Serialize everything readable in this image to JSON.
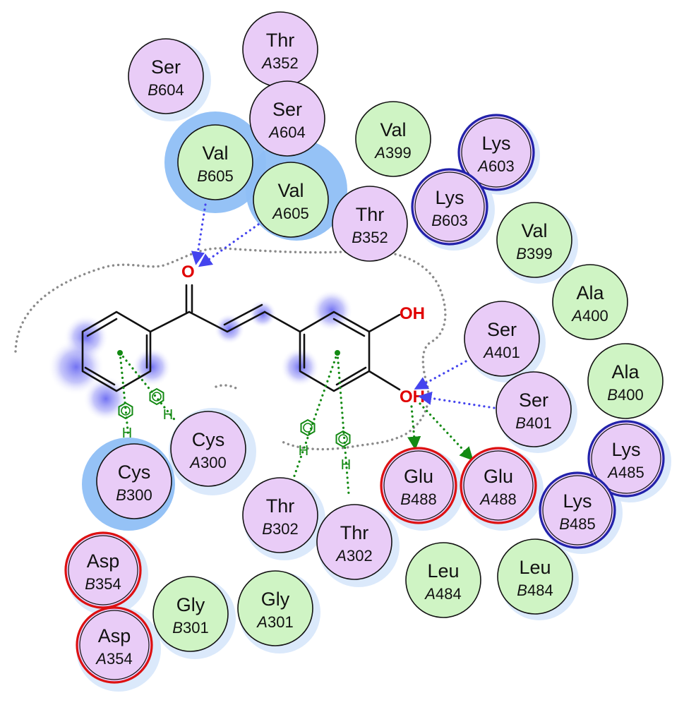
{
  "colors": {
    "polar_fill": "#e9ccf7",
    "hydrophobic_fill": "#cff4c4",
    "acidic_ring": "#dd1111",
    "basic_ring": "#2222aa",
    "exposure_halo": "#9ec9f6",
    "hbond_blue": "#4444ee",
    "hydrophobic_green": "#138a13",
    "pocket_outline": "#8a8a8a",
    "oxygen_label": "#e00000"
  },
  "ligand": {
    "carbonyl_o": "O",
    "hydroxyl_top": "OH",
    "hydroxyl_bottom": "OH"
  },
  "residues": [
    {
      "name": "Thr",
      "chain": "A",
      "num": "352",
      "type": "polar"
    },
    {
      "name": "Ser",
      "chain": "B",
      "num": "604",
      "type": "polar"
    },
    {
      "name": "Ser",
      "chain": "A",
      "num": "604",
      "type": "polar"
    },
    {
      "name": "Val",
      "chain": "B",
      "num": "605",
      "type": "hydrophobic"
    },
    {
      "name": "Val",
      "chain": "A",
      "num": "605",
      "type": "hydrophobic"
    },
    {
      "name": "Val",
      "chain": "A",
      "num": "399",
      "type": "hydrophobic"
    },
    {
      "name": "Lys",
      "chain": "A",
      "num": "603",
      "type": "basic"
    },
    {
      "name": "Lys",
      "chain": "B",
      "num": "603",
      "type": "basic"
    },
    {
      "name": "Thr",
      "chain": "B",
      "num": "352",
      "type": "polar"
    },
    {
      "name": "Val",
      "chain": "B",
      "num": "399",
      "type": "hydrophobic"
    },
    {
      "name": "Ala",
      "chain": "A",
      "num": "400",
      "type": "hydrophobic"
    },
    {
      "name": "Ser",
      "chain": "A",
      "num": "401",
      "type": "polar"
    },
    {
      "name": "Ala",
      "chain": "B",
      "num": "400",
      "type": "hydrophobic"
    },
    {
      "name": "Ser",
      "chain": "B",
      "num": "401",
      "type": "polar"
    },
    {
      "name": "Lys",
      "chain": "A",
      "num": "485",
      "type": "basic"
    },
    {
      "name": "Lys",
      "chain": "B",
      "num": "485",
      "type": "basic"
    },
    {
      "name": "Glu",
      "chain": "B",
      "num": "488",
      "type": "acidic"
    },
    {
      "name": "Glu",
      "chain": "A",
      "num": "488",
      "type": "acidic"
    },
    {
      "name": "Cys",
      "chain": "A",
      "num": "300",
      "type": "polar"
    },
    {
      "name": "Cys",
      "chain": "B",
      "num": "300",
      "type": "polar"
    },
    {
      "name": "Thr",
      "chain": "B",
      "num": "302",
      "type": "polar"
    },
    {
      "name": "Thr",
      "chain": "A",
      "num": "302",
      "type": "polar"
    },
    {
      "name": "Leu",
      "chain": "A",
      "num": "484",
      "type": "hydrophobic"
    },
    {
      "name": "Leu",
      "chain": "B",
      "num": "484",
      "type": "hydrophobic"
    },
    {
      "name": "Asp",
      "chain": "B",
      "num": "354",
      "type": "acidic"
    },
    {
      "name": "Asp",
      "chain": "A",
      "num": "354",
      "type": "acidic"
    },
    {
      "name": "Gly",
      "chain": "B",
      "num": "301",
      "type": "hydrophobic"
    },
    {
      "name": "Gly",
      "chain": "A",
      "num": "301",
      "type": "hydrophobic"
    }
  ],
  "interactions": {
    "pi_h_label": "H"
  }
}
